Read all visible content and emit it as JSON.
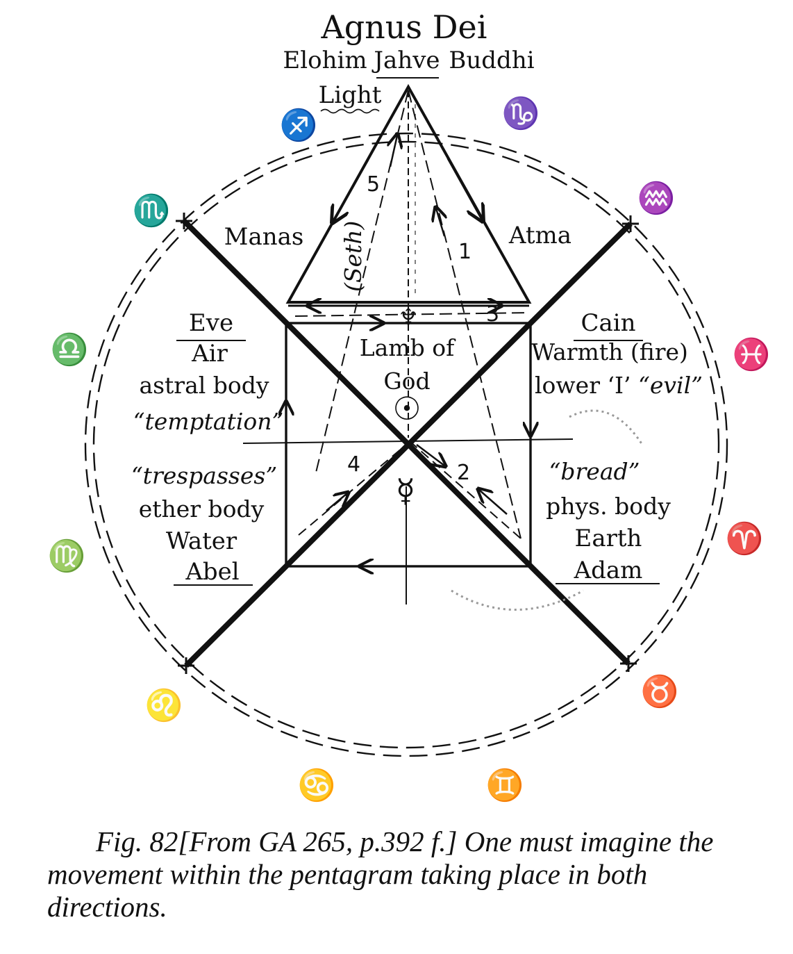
{
  "header": {
    "title": "Agnus Dei",
    "subtitle_left": "Elohim",
    "subtitle_center": "Jahve",
    "subtitle_right": "Buddhi",
    "top_label": "Light"
  },
  "triangle": {
    "left_label": "Manas",
    "right_label": "Atma",
    "vertical_label": "(Seth)",
    "center_symbol": "♆"
  },
  "center": {
    "line1": "Lamb of",
    "line2": "God"
  },
  "upper_left": {
    "name": "Eve",
    "element": "Air",
    "body": "astral body",
    "quote": "“temptation”"
  },
  "upper_right": {
    "name": "Cain",
    "element": "Warmth (fire)",
    "line3_plain": "lower ‘I’ ",
    "line3_ital": "“evil”"
  },
  "lower_left": {
    "quote": "“trespasses”",
    "body": "ether body",
    "element": "Water",
    "name": "Abel"
  },
  "lower_right": {
    "quote": "“bread”",
    "body": "phys. body",
    "element": "Earth",
    "name": "Adam"
  },
  "planets": {
    "sun": "☉",
    "mercury": "☿"
  },
  "path_numbers": [
    "1",
    "2",
    "3",
    "4",
    "5"
  ],
  "zodiac": {
    "sagittarius": "♐",
    "capricorn": "♑",
    "aquarius": "♒",
    "pisces": "♓",
    "aries": "♈",
    "taurus": "♉",
    "gemini": "♊",
    "cancer": "♋",
    "leo": "♌",
    "virgo": "♍",
    "libra": "♎",
    "scorpio": "♏"
  },
  "caption": "Fig. 82[From GA 265, p.392 f.] One must imagine the movement within the pentagram taking place in both directions."
}
